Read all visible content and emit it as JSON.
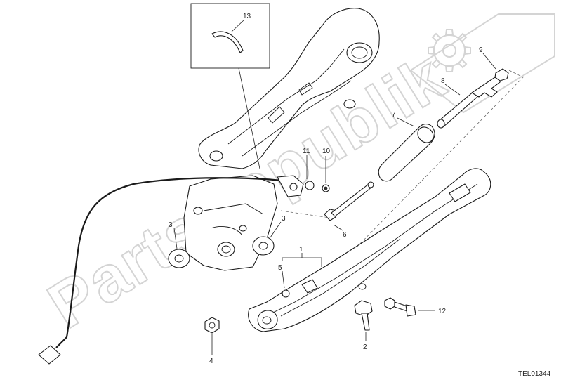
{
  "callouts": {
    "c1": "1",
    "c2": "2",
    "c3a": "3",
    "c3b": "3",
    "c4": "4",
    "c5": "5",
    "c6": "6",
    "c7": "7",
    "c8": "8",
    "c9": "9",
    "c10": "10",
    "c11": "11",
    "c12": "12",
    "c13": "13"
  },
  "diagram_code": "TEL01344",
  "watermark": {
    "text": "PartsRepublik",
    "logo_icon": "gear-icon"
  }
}
